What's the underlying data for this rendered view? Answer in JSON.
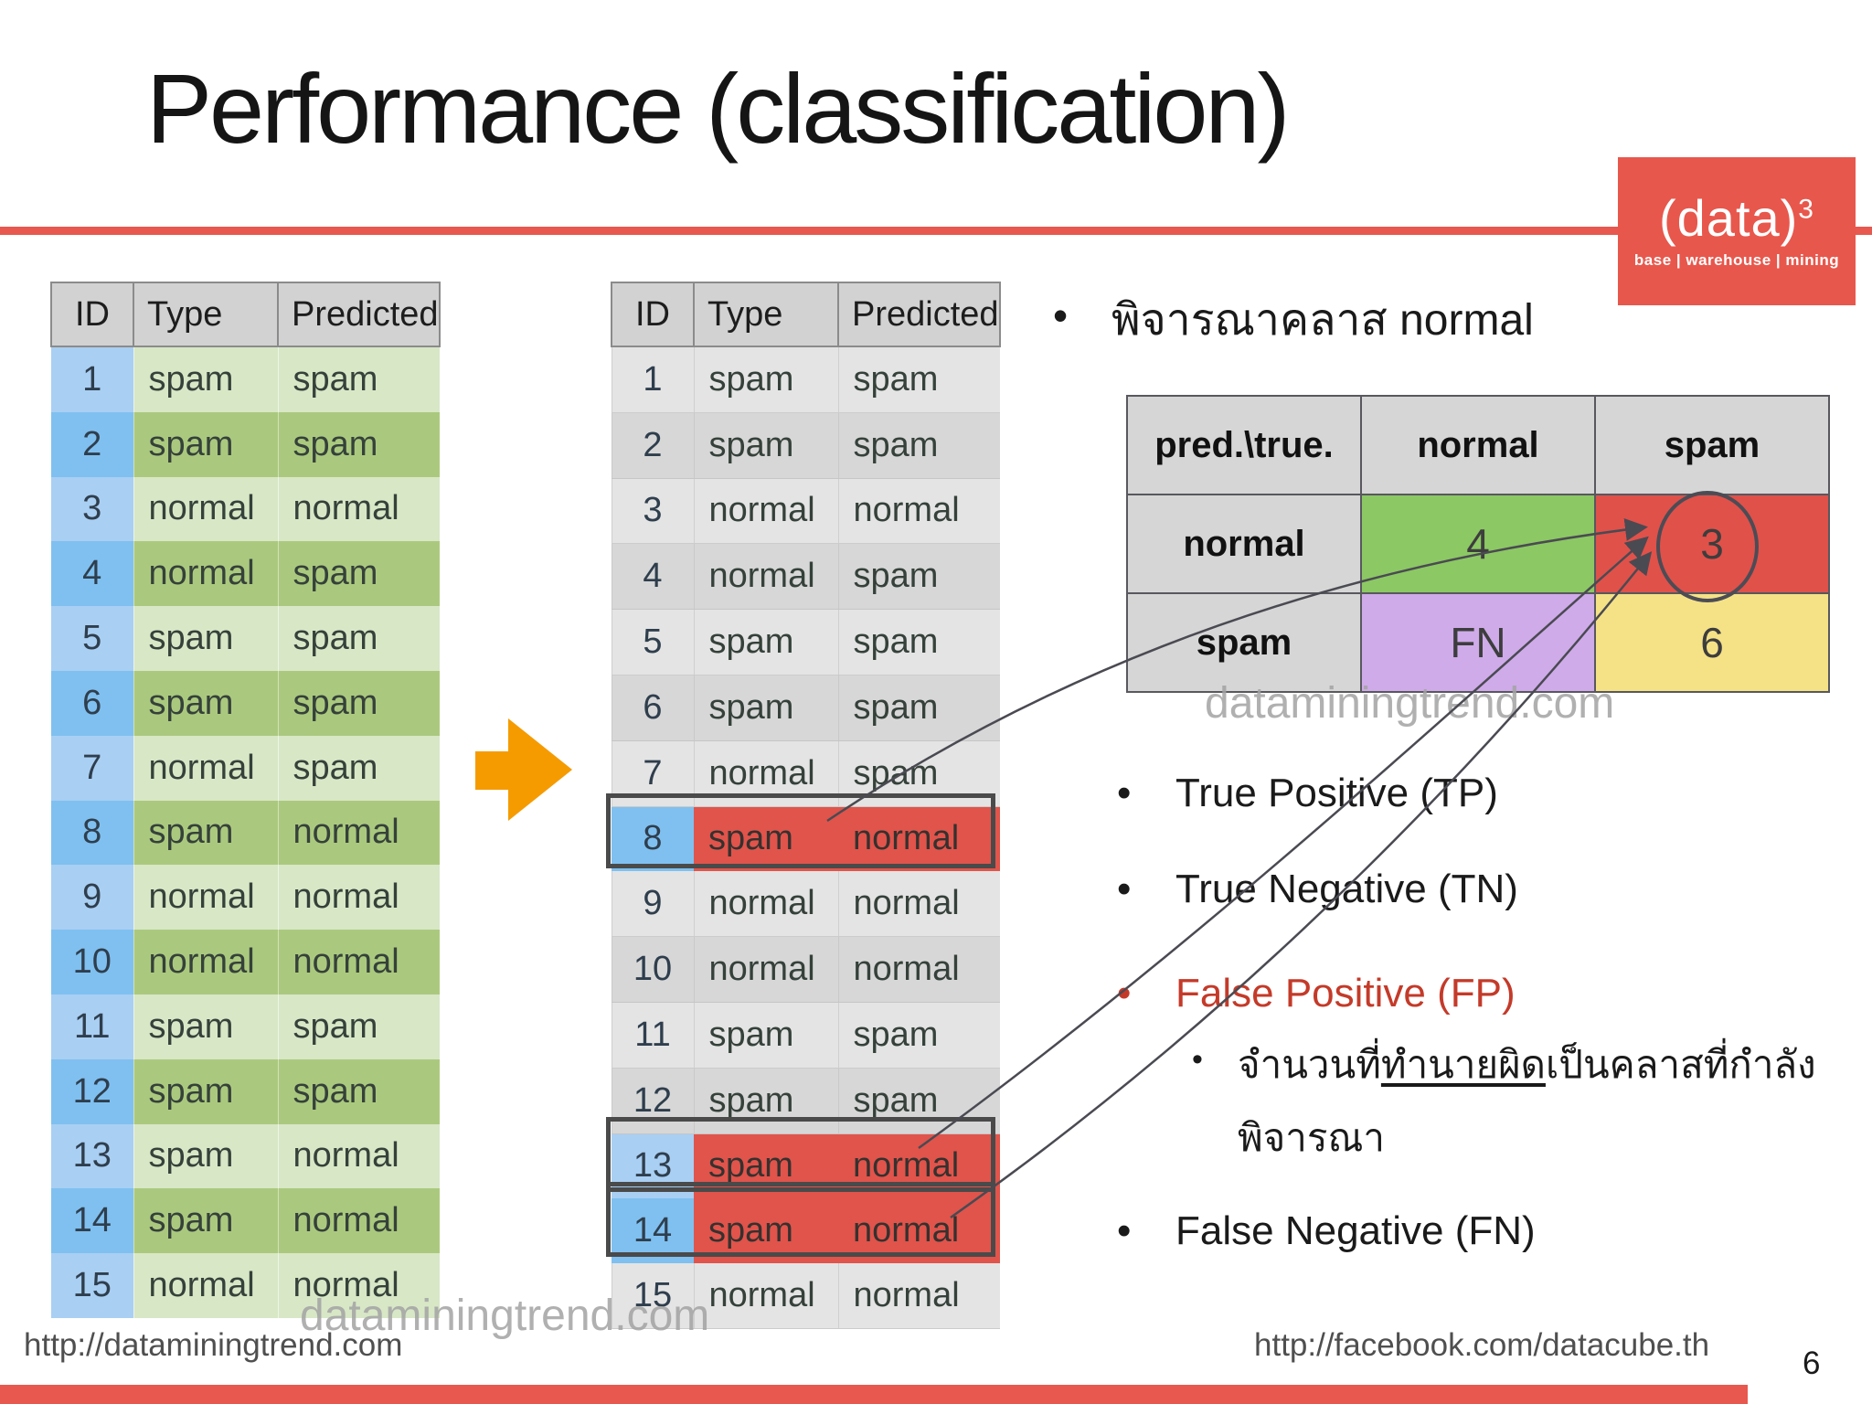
{
  "slide": {
    "title": "Performance (classification)",
    "page_number": "6"
  },
  "logo": {
    "main": "(data)",
    "sup": "3",
    "tagline": "base | warehouse | mining"
  },
  "glyphs": {
    "bullet": "•"
  },
  "tables": {
    "headers": [
      "ID",
      "Type",
      "Predicted"
    ],
    "rows": [
      [
        "1",
        "spam",
        "spam"
      ],
      [
        "2",
        "spam",
        "spam"
      ],
      [
        "3",
        "normal",
        "normal"
      ],
      [
        "4",
        "normal",
        "spam"
      ],
      [
        "5",
        "spam",
        "spam"
      ],
      [
        "6",
        "spam",
        "spam"
      ],
      [
        "7",
        "normal",
        "spam"
      ],
      [
        "8",
        "spam",
        "normal"
      ],
      [
        "9",
        "normal",
        "normal"
      ],
      [
        "10",
        "normal",
        "normal"
      ],
      [
        "11",
        "spam",
        "spam"
      ],
      [
        "12",
        "spam",
        "spam"
      ],
      [
        "13",
        "spam",
        "normal"
      ],
      [
        "14",
        "spam",
        "normal"
      ],
      [
        "15",
        "normal",
        "normal"
      ]
    ],
    "highlighted_ids": [
      8,
      13,
      14
    ]
  },
  "matrix": {
    "corner": "pred.\\true.",
    "col_headers": [
      "normal",
      "spam"
    ],
    "rows": [
      {
        "label": "normal",
        "cells": [
          {
            "text": "4",
            "color": "green"
          },
          {
            "text": "3",
            "color": "red",
            "circled": true
          }
        ]
      },
      {
        "label": "spam",
        "cells": [
          {
            "text": "FN",
            "color": "purple"
          },
          {
            "text": "6",
            "color": "yellow"
          }
        ]
      }
    ]
  },
  "heading": {
    "text": "พิจารณาคลาส normal"
  },
  "bullets": {
    "tp": "True Positive (TP)",
    "tn": "True Negative (TN)",
    "fp": "False Positive (FP)",
    "fn": "False Negative (FN)",
    "thai_pre": "จำนวนที่",
    "thai_underline": "ทำนายผิด",
    "thai_post": "เป็นคลาสที่กำลัง",
    "thai_line2": "พิจารณา"
  },
  "watermark": "dataminingtrend.com",
  "footer": {
    "left_url": "http://dataminingtrend.com",
    "right_url": "http://facebook.com/datacube.th"
  },
  "colors": {
    "accent_red": "#e8584e",
    "orange_arrow": "#f59b00",
    "id_blue_light": "#a9cff3",
    "id_blue_dark": "#7fc0f0",
    "green_row_light": "#d8e7c6",
    "green_row_dark": "#abc97e",
    "gray_row_light": "#e4e4e4",
    "gray_row_dark": "#d7d7d7",
    "highlight_red": "#e0544b",
    "matrix_green": "#8cc863",
    "matrix_red": "#e0514a",
    "matrix_purple": "#cfabe9",
    "matrix_yellow": "#f5e286",
    "curve_gray": "#4a4a52"
  }
}
